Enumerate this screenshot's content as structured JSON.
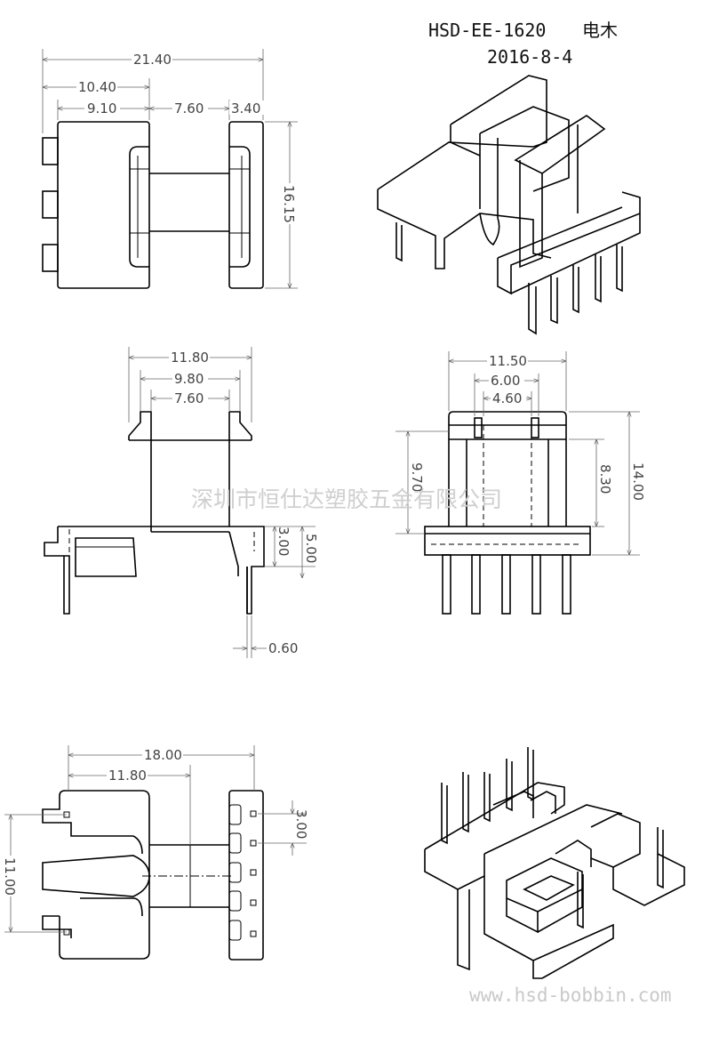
{
  "title": {
    "part": "HSD-EE-1620",
    "type": "电木",
    "date": "2016-8-4"
  },
  "watermark": {
    "company": "深圳市恒仕达塑胶五金有限公司",
    "site": "www.hsd-bobbin.com"
  },
  "dimensions": {
    "top_view": {
      "overall": "21.40",
      "left_part": "10.40",
      "left_flange": "9.10",
      "gap": "7.60",
      "right_flange": "3.40",
      "height": "16.15"
    },
    "front_view": {
      "outer": "11.80",
      "inner": "9.80",
      "core": "7.60",
      "base": "3.00",
      "pin_zone": "5.00",
      "pin_width": "0.60"
    },
    "side_view": {
      "width": "11.50",
      "window": "6.00",
      "center": "4.60",
      "left_height": "9.70",
      "window_height": "8.30",
      "overall_height": "14.00"
    },
    "bottom_view": {
      "overall": "18.00",
      "left_part": "11.80",
      "height": "11.00",
      "pitch": "3.00"
    }
  },
  "icons": [
    "arrow-icon"
  ]
}
